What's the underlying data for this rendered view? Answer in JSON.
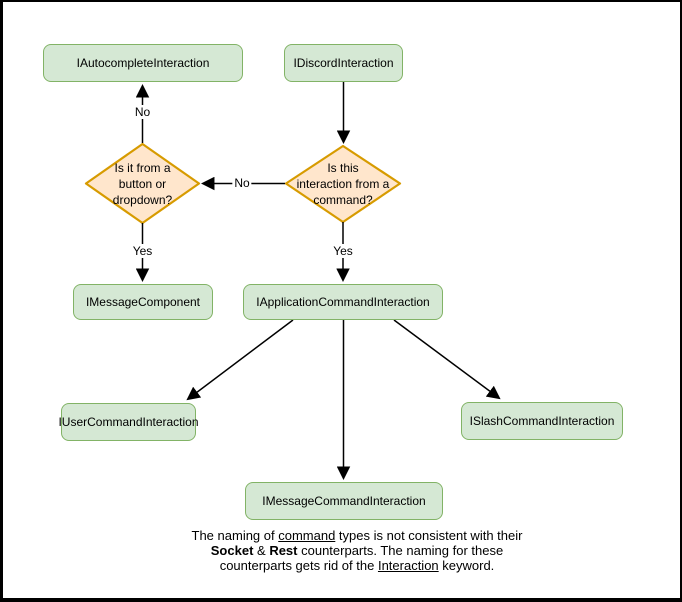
{
  "diagram": {
    "title": "Discord interaction type decision flowchart",
    "colors": {
      "background": "#ffffff",
      "canvas_border": "#000000",
      "node_fill": "#d5e8d4",
      "node_border": "#82b366",
      "decision_fill": "#ffe6cc",
      "decision_border": "#d79b00",
      "edge": "#000000"
    },
    "nodes": {
      "autocomplete": {
        "label": "IAutocompleteInteraction"
      },
      "discord": {
        "label": "IDiscordInteraction"
      },
      "message_component": {
        "label": "IMessageComponent"
      },
      "application_command": {
        "label": "IApplicationCommandInteraction"
      },
      "user_command": {
        "label": "IUserCommandInteraction"
      },
      "slash_command": {
        "label": "ISlashCommandInteraction"
      },
      "message_command": {
        "label": "IMessageCommandInteraction"
      }
    },
    "decisions": {
      "button_dropdown": {
        "lines": [
          "Is it from a",
          "button or",
          "dropdown?"
        ]
      },
      "from_command": {
        "lines": [
          "Is this",
          "interaction from a",
          "command?"
        ]
      }
    },
    "edge_labels": {
      "no_to_autocomplete": "No",
      "no_between_decisions": "No",
      "yes_to_message_component": "Yes",
      "yes_to_application_command": "Yes"
    },
    "caption": {
      "line1": [
        {
          "t": "The naming of "
        },
        {
          "t": "command",
          "u": true
        },
        {
          "t": " types is not consistent with their"
        }
      ],
      "line2": [
        {
          "t": "Socket",
          "b": true
        },
        {
          "t": " & "
        },
        {
          "t": "Rest",
          "b": true
        },
        {
          "t": " counterparts. The naming for these"
        }
      ],
      "line3": [
        {
          "t": "counterparts gets rid of the "
        },
        {
          "t": "Interaction",
          "u": true
        },
        {
          "t": " keyword."
        }
      ]
    }
  }
}
